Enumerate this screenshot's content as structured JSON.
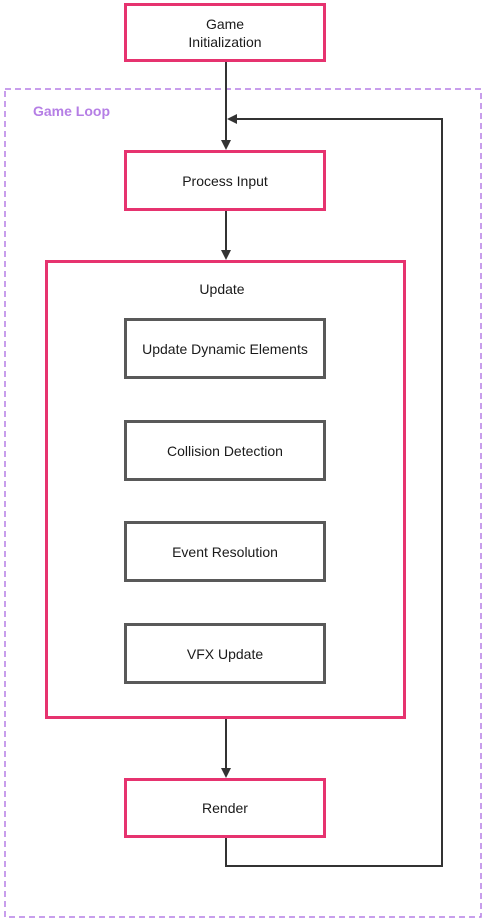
{
  "diagram": {
    "group": {
      "label": "Game Loop",
      "border_color": "#b57ee5"
    },
    "nodes": {
      "init": {
        "line1": "Game",
        "line2": "Initialization"
      },
      "input": {
        "label": "Process Input"
      },
      "update": {
        "label": "Update"
      },
      "dynamic": {
        "label": "Update Dynamic Elements"
      },
      "collision": {
        "label": "Collision Detection"
      },
      "event": {
        "label": "Event Resolution"
      },
      "vfx": {
        "label": "VFX Update"
      },
      "render": {
        "label": "Render"
      }
    },
    "colors": {
      "stage_border": "#e6336f",
      "substep_border": "#595959",
      "arrow": "#333333"
    }
  }
}
